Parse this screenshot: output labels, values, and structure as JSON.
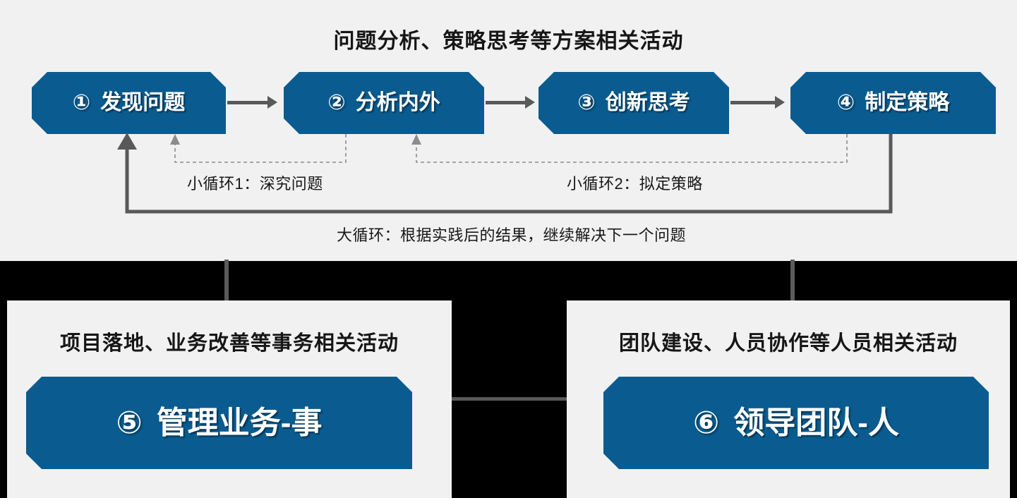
{
  "diagram": {
    "background_color": "#f1f1f1",
    "band_color": "#000000",
    "accent_color": "#0A5C90",
    "line_color": "#595959",
    "top": {
      "title": "问题分析、策略思考等方案相关活动",
      "steps": [
        {
          "number": "①",
          "label": "发现问题"
        },
        {
          "number": "②",
          "label": "分析内外"
        },
        {
          "number": "③",
          "label": "创新思考"
        },
        {
          "number": "④",
          "label": "制定策略"
        }
      ],
      "loops": [
        {
          "id": "small-loop-1",
          "caption": "小循环1：深究问题",
          "style": "dashed",
          "from_step": 2,
          "to_step": 1
        },
        {
          "id": "small-loop-2",
          "caption": "小循环2：拟定策略",
          "style": "dashed",
          "from_step": 4,
          "to_step": 3
        },
        {
          "id": "big-loop",
          "caption": "大循环：根据实践后的结果，继续解决下一个问题",
          "style": "solid",
          "from_step": 4,
          "to_step": 1
        }
      ]
    },
    "bottom": {
      "panels": [
        {
          "id": "affairs-panel",
          "title": "项目落地、业务改善等事务相关活动",
          "role": {
            "number": "⑤",
            "label": "管理业务-事"
          }
        },
        {
          "id": "people-panel",
          "title": "团队建设、人员协作等人员相关活动",
          "role": {
            "number": "⑥",
            "label": "领导团队-人"
          }
        }
      ]
    }
  }
}
